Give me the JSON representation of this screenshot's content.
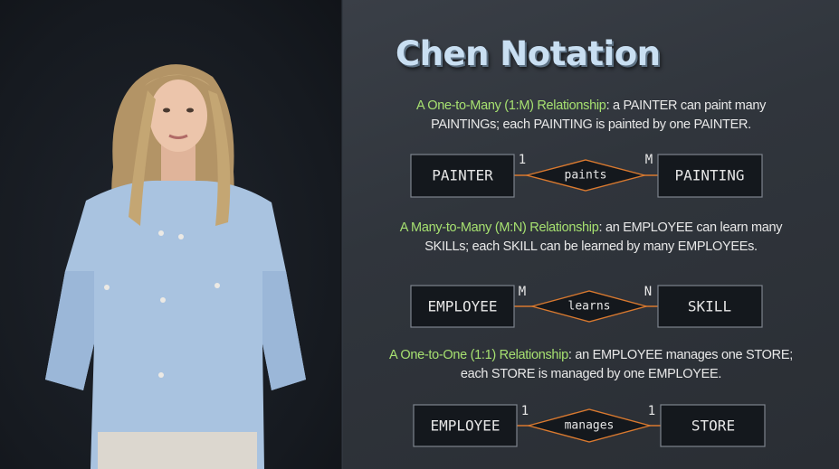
{
  "slide": {
    "title": "Chen Notation",
    "descriptions": [
      {
        "highlight": "A One-to-Many (1:M) Relationship",
        "line1_rest": ": a PAINTER can paint many",
        "line2": "PAINTINGs; each PAINTING is painted by one PAINTER."
      },
      {
        "highlight": "A Many-to-Many (M:N) Relationship",
        "line1_rest": ": an EMPLOYEE can learn many",
        "line2": "SKILLs; each SKILL can be learned by many EMPLOYEEs."
      },
      {
        "highlight": "A One-to-One (1:1) Relationship",
        "line1_rest": ": an EMPLOYEE manages one STORE;",
        "line2": "each STORE is managed by one EMPLOYEE."
      }
    ],
    "diagrams": [
      {
        "left_entity": "PAINTER",
        "relationship": "paints",
        "right_entity": "PAINTING",
        "left_cardinality": "1",
        "right_cardinality": "M"
      },
      {
        "left_entity": "EMPLOYEE",
        "relationship": "learns",
        "right_entity": "SKILL",
        "left_cardinality": "M",
        "right_cardinality": "N"
      },
      {
        "left_entity": "EMPLOYEE",
        "relationship": "manages",
        "right_entity": "STORE",
        "left_cardinality": "1",
        "right_cardinality": "1"
      }
    ]
  },
  "colors": {
    "title": "#c9dff2",
    "highlight": "#a6e070",
    "relationship_stroke": "#d9792f",
    "entity_fill": "#14181d"
  }
}
